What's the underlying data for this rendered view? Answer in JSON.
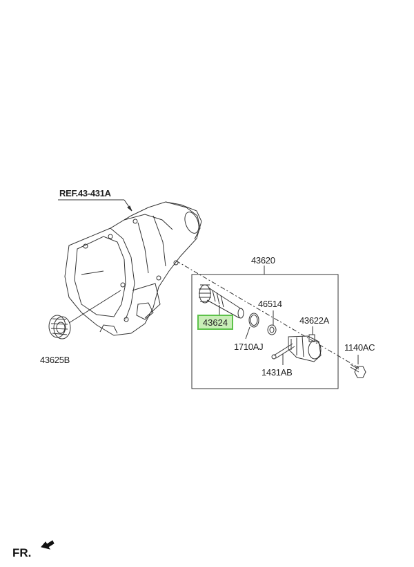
{
  "labels": {
    "ref": "REF.43-431A",
    "assembly": "43620",
    "shaft": "43624",
    "plug": "43625B",
    "clip": "46514",
    "oring": "1710AJ",
    "sleeve": "43622A",
    "bolt": "1140AC",
    "pin": "1431AB",
    "front": "FR."
  },
  "colors": {
    "highlight_fill": "#c9eeb8",
    "highlight_border": "#5dc24a",
    "line": "#333333"
  }
}
